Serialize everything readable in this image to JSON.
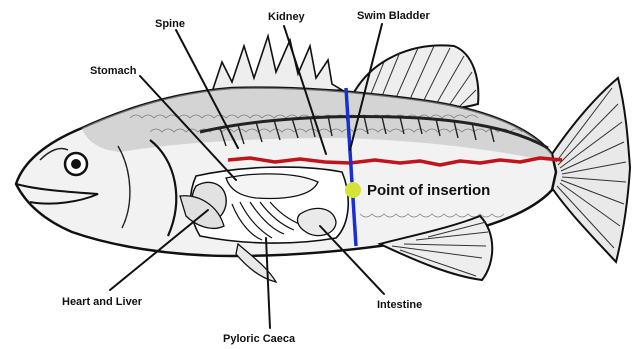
{
  "labels": {
    "spine": "Spine",
    "kidney": "Kidney",
    "swim_bladder": "Swim Bladder",
    "stomach": "Stomach",
    "heart_and_liver": "Heart and Liver",
    "pyloric_caeca": "Pyloric Caeca",
    "intestine": "Intestine",
    "point_of_insertion": "Point of insertion"
  },
  "colors": {
    "lateral_line": "#c0141a",
    "insertion_line": "#1a2fd0",
    "insertion_point": "#d4e23a",
    "ink": "#111111"
  }
}
